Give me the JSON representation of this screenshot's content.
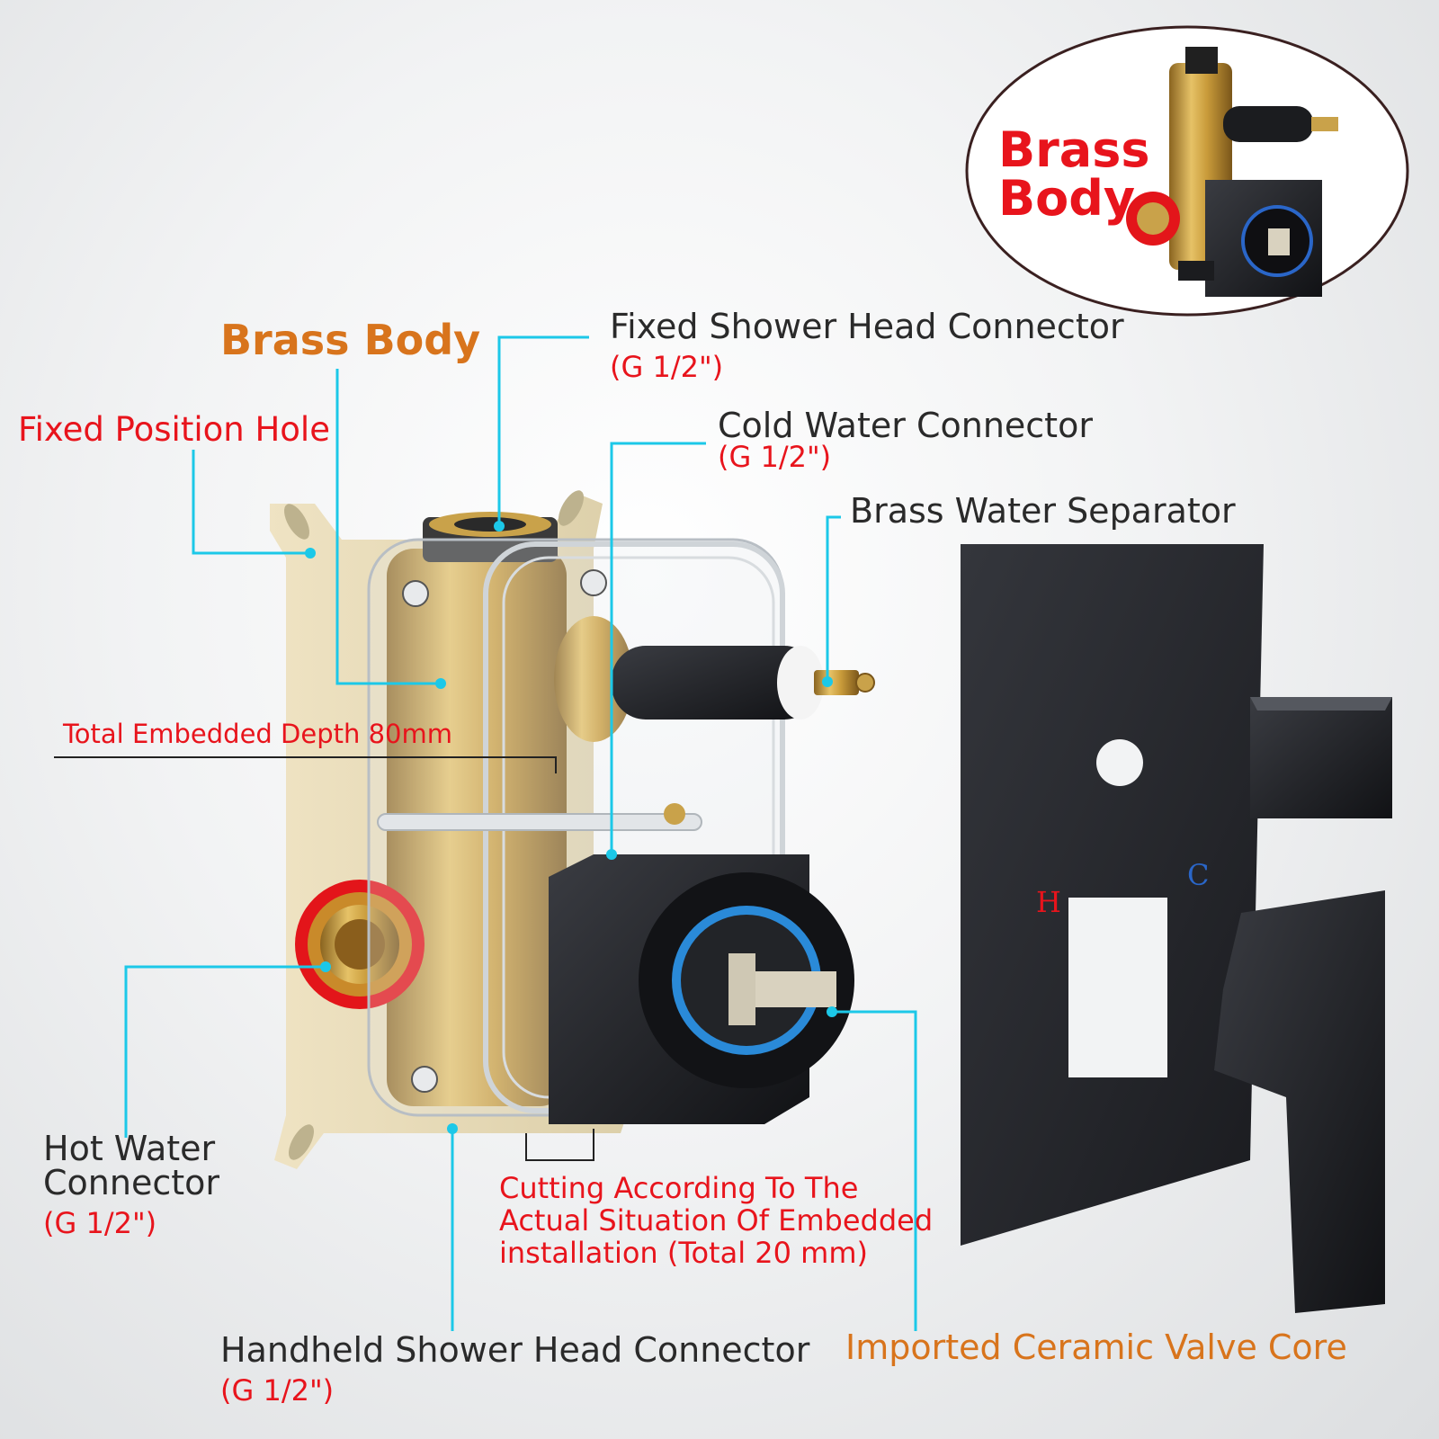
{
  "inset": {
    "title_line1": "Brass",
    "title_line2": "Body"
  },
  "labels": {
    "brass_body": "Brass Body",
    "fixed_position_hole": "Fixed Position Hole",
    "fixed_shower_head_connector": "Fixed Shower Head Connector",
    "fixed_shower_head_connector_size": "(G 1/2\")",
    "cold_water_connector": "Cold Water Connector",
    "cold_water_connector_size": "(G 1/2\")",
    "brass_water_separator": "Brass Water Separator",
    "total_embedded_depth": "Total Embedded Depth 80mm",
    "hot_water_connector_line1": "Hot Water",
    "hot_water_connector_line2": "Connector",
    "hot_water_connector_size": "(G 1/2\")",
    "cutting_line1": "Cutting According To The",
    "cutting_line2": "Actual Situation Of Embedded",
    "cutting_line3": "installation (Total 20 mm)",
    "handheld_shower_head_connector": "Handheld Shower Head Connector",
    "handheld_shower_head_connector_size": "(G 1/2\")",
    "imported_ceramic_valve_core": "Imported Ceramic Valve Core"
  },
  "plate_marks": {
    "hot": "H",
    "cold": "C"
  },
  "colors": {
    "leader_line": "#1cc8e8",
    "label_red": "#e8141c",
    "label_orange": "#d8741c",
    "label_dark": "#2a2a2a",
    "brass": "#c9a24a",
    "black_finish": "#1b1c1f"
  }
}
